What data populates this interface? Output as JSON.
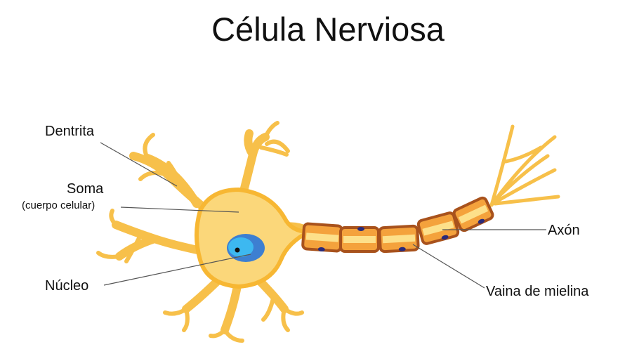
{
  "title": "Célula Nerviosa",
  "labels": {
    "dendrite": "Dentrita",
    "soma": "Soma",
    "soma_sub": "(cuerpo celular)",
    "nucleus": "Núcleo",
    "axon": "Axón",
    "myelin": "Vaina de mielina"
  },
  "colors": {
    "cell_body": "#fbd77a",
    "cell_edge": "#f7b733",
    "nucleus_outer": "#3d7fd1",
    "nucleus_inner": "#3db8f0",
    "myelin_fill": "#f4a23c",
    "myelin_edge": "#a8521c",
    "myelin_core": "#fde08a",
    "schwann_nucleus": "#2a2a7a"
  }
}
